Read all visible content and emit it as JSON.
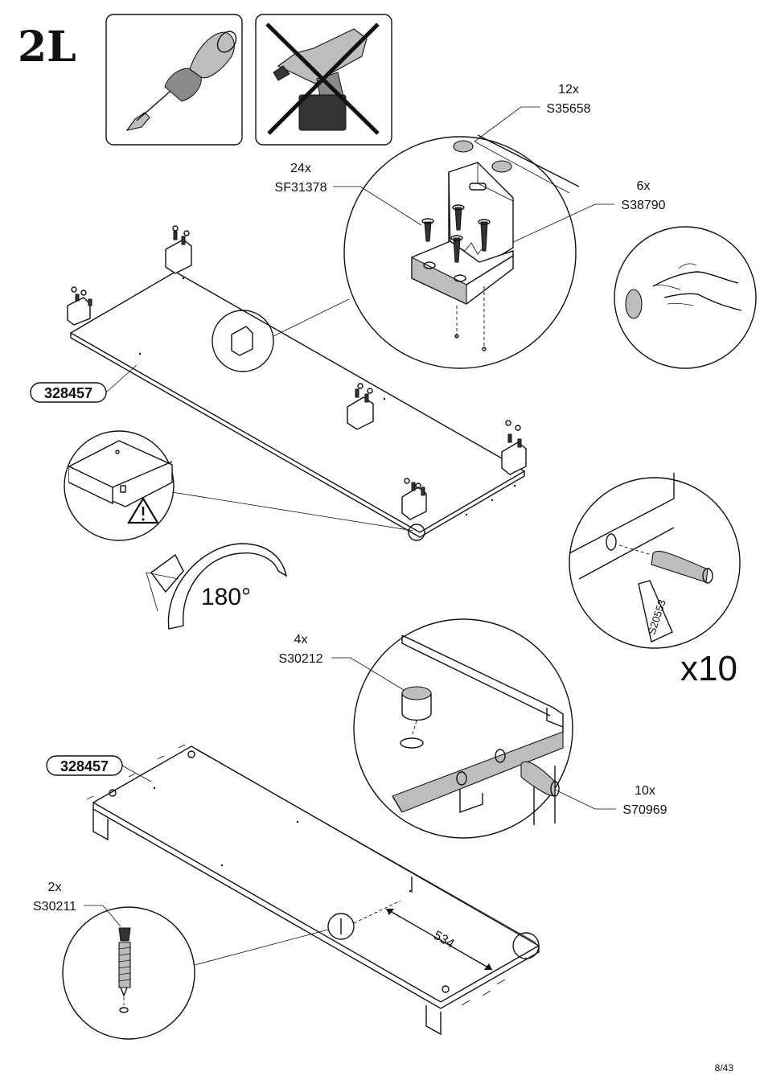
{
  "step": {
    "label": "2L"
  },
  "tools": {
    "allowed": "screwdriver-icon",
    "forbidden": "power-drill-icon"
  },
  "parts": [
    {
      "qty": "12x",
      "code": "S35658"
    },
    {
      "qty": "24x",
      "code": "SF31378"
    },
    {
      "qty": "6x",
      "code": "S38790"
    },
    {
      "qty": "4x",
      "code": "S30212"
    },
    {
      "qty": "10x",
      "code": "S70969"
    },
    {
      "qty": "2x",
      "code": "S30211"
    }
  ],
  "panel_ids": [
    "328457",
    "328457"
  ],
  "rotation": "180°",
  "glue": {
    "code": "S20553",
    "repeat": "x10"
  },
  "dimension": "534",
  "page": "8/43"
}
